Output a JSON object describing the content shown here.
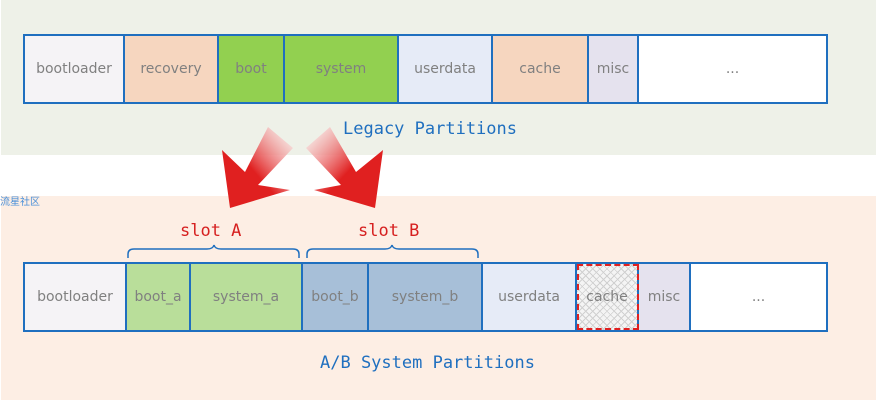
{
  "legacy": {
    "caption": "Legacy Partitions",
    "segments": [
      {
        "label": "bootloader",
        "color": "#f5f3f6"
      },
      {
        "label": "recovery",
        "color": "#f6d6bf"
      },
      {
        "label": "boot",
        "color": "#92d050"
      },
      {
        "label": "system",
        "color": "#92d050"
      },
      {
        "label": "userdata",
        "color": "#e6ebf7"
      },
      {
        "label": "cache",
        "color": "#f6d6bf"
      },
      {
        "label": "misc",
        "color": "#e5e2ee"
      },
      {
        "label": "...",
        "color": "#ffffff"
      }
    ]
  },
  "ab": {
    "caption": "A/B System Partitions",
    "slot_a": "slot A",
    "slot_b": "slot B",
    "segments": [
      {
        "label": "bootloader",
        "color": "#f5f3f6"
      },
      {
        "label": "boot_a",
        "color": "#b9de9a"
      },
      {
        "label": "system_a",
        "color": "#b9de9a"
      },
      {
        "label": "boot_b",
        "color": "#a7bfd8"
      },
      {
        "label": "system_b",
        "color": "#a7bfd8"
      },
      {
        "label": "userdata",
        "color": "#e6ebf7"
      },
      {
        "label": "cache",
        "color": "#f2f2f2"
      },
      {
        "label": "misc",
        "color": "#e5e2ee"
      },
      {
        "label": "...",
        "color": "#ffffff"
      }
    ]
  },
  "watermark": "流星社区",
  "colors": {
    "border": "#1f6fbf",
    "arrow": "#e02020",
    "slot_text": "#d62020"
  }
}
